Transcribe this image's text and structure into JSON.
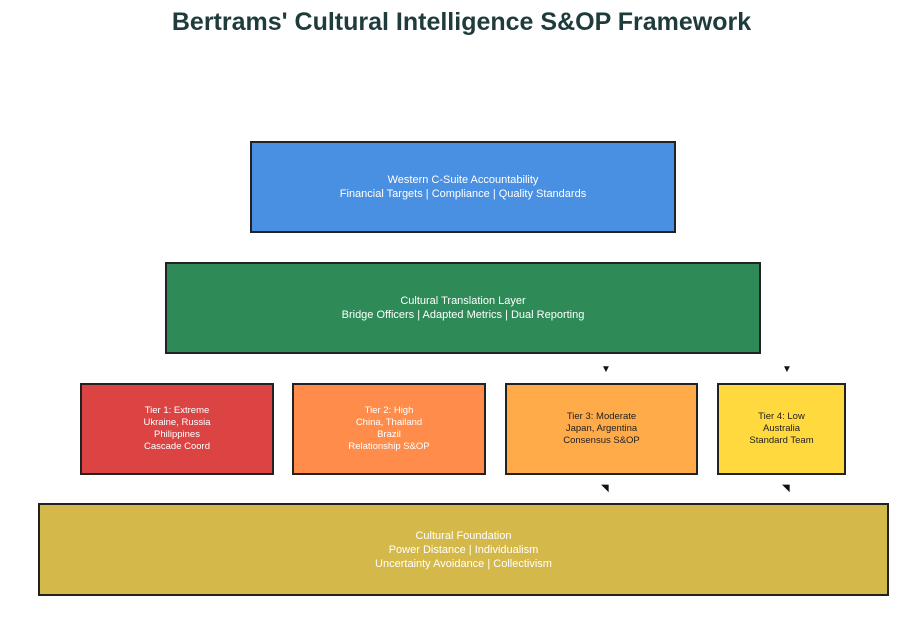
{
  "title": "Bertrams' Cultural Intelligence S&OP Framework",
  "top": {
    "line1": "Western C-Suite Accountability",
    "line2": "Financial Targets | Compliance | Quality Standards",
    "color": "#4a90e2"
  },
  "middle": {
    "line1": "Cultural Translation Layer",
    "line2": "Bridge Officers | Adapted Metrics | Dual Reporting",
    "color": "#2e8b57"
  },
  "tiers": [
    {
      "lines": [
        "Tier 1: Extreme",
        "Ukraine, Russia",
        "Philippines",
        "Cascade Coord"
      ],
      "color": "#dc4444"
    },
    {
      "lines": [
        "Tier 2: High",
        "China, Thailand",
        "Brazil",
        "Relationship S&OP"
      ],
      "color": "#ff8c4a"
    },
    {
      "lines": [
        "Tier 3: Moderate",
        "Japan, Argentina",
        "Consensus S&OP"
      ],
      "color": "#ffab4a"
    },
    {
      "lines": [
        "Tier 4: Low",
        "Australia",
        "Standard Team"
      ],
      "color": "#ffd93d"
    }
  ],
  "foundation": {
    "line1": "Cultural Foundation",
    "line2": "Power Distance | Individualism",
    "line3": "Uncertainty Avoidance | Collectivism",
    "color": "#d4b84a"
  }
}
